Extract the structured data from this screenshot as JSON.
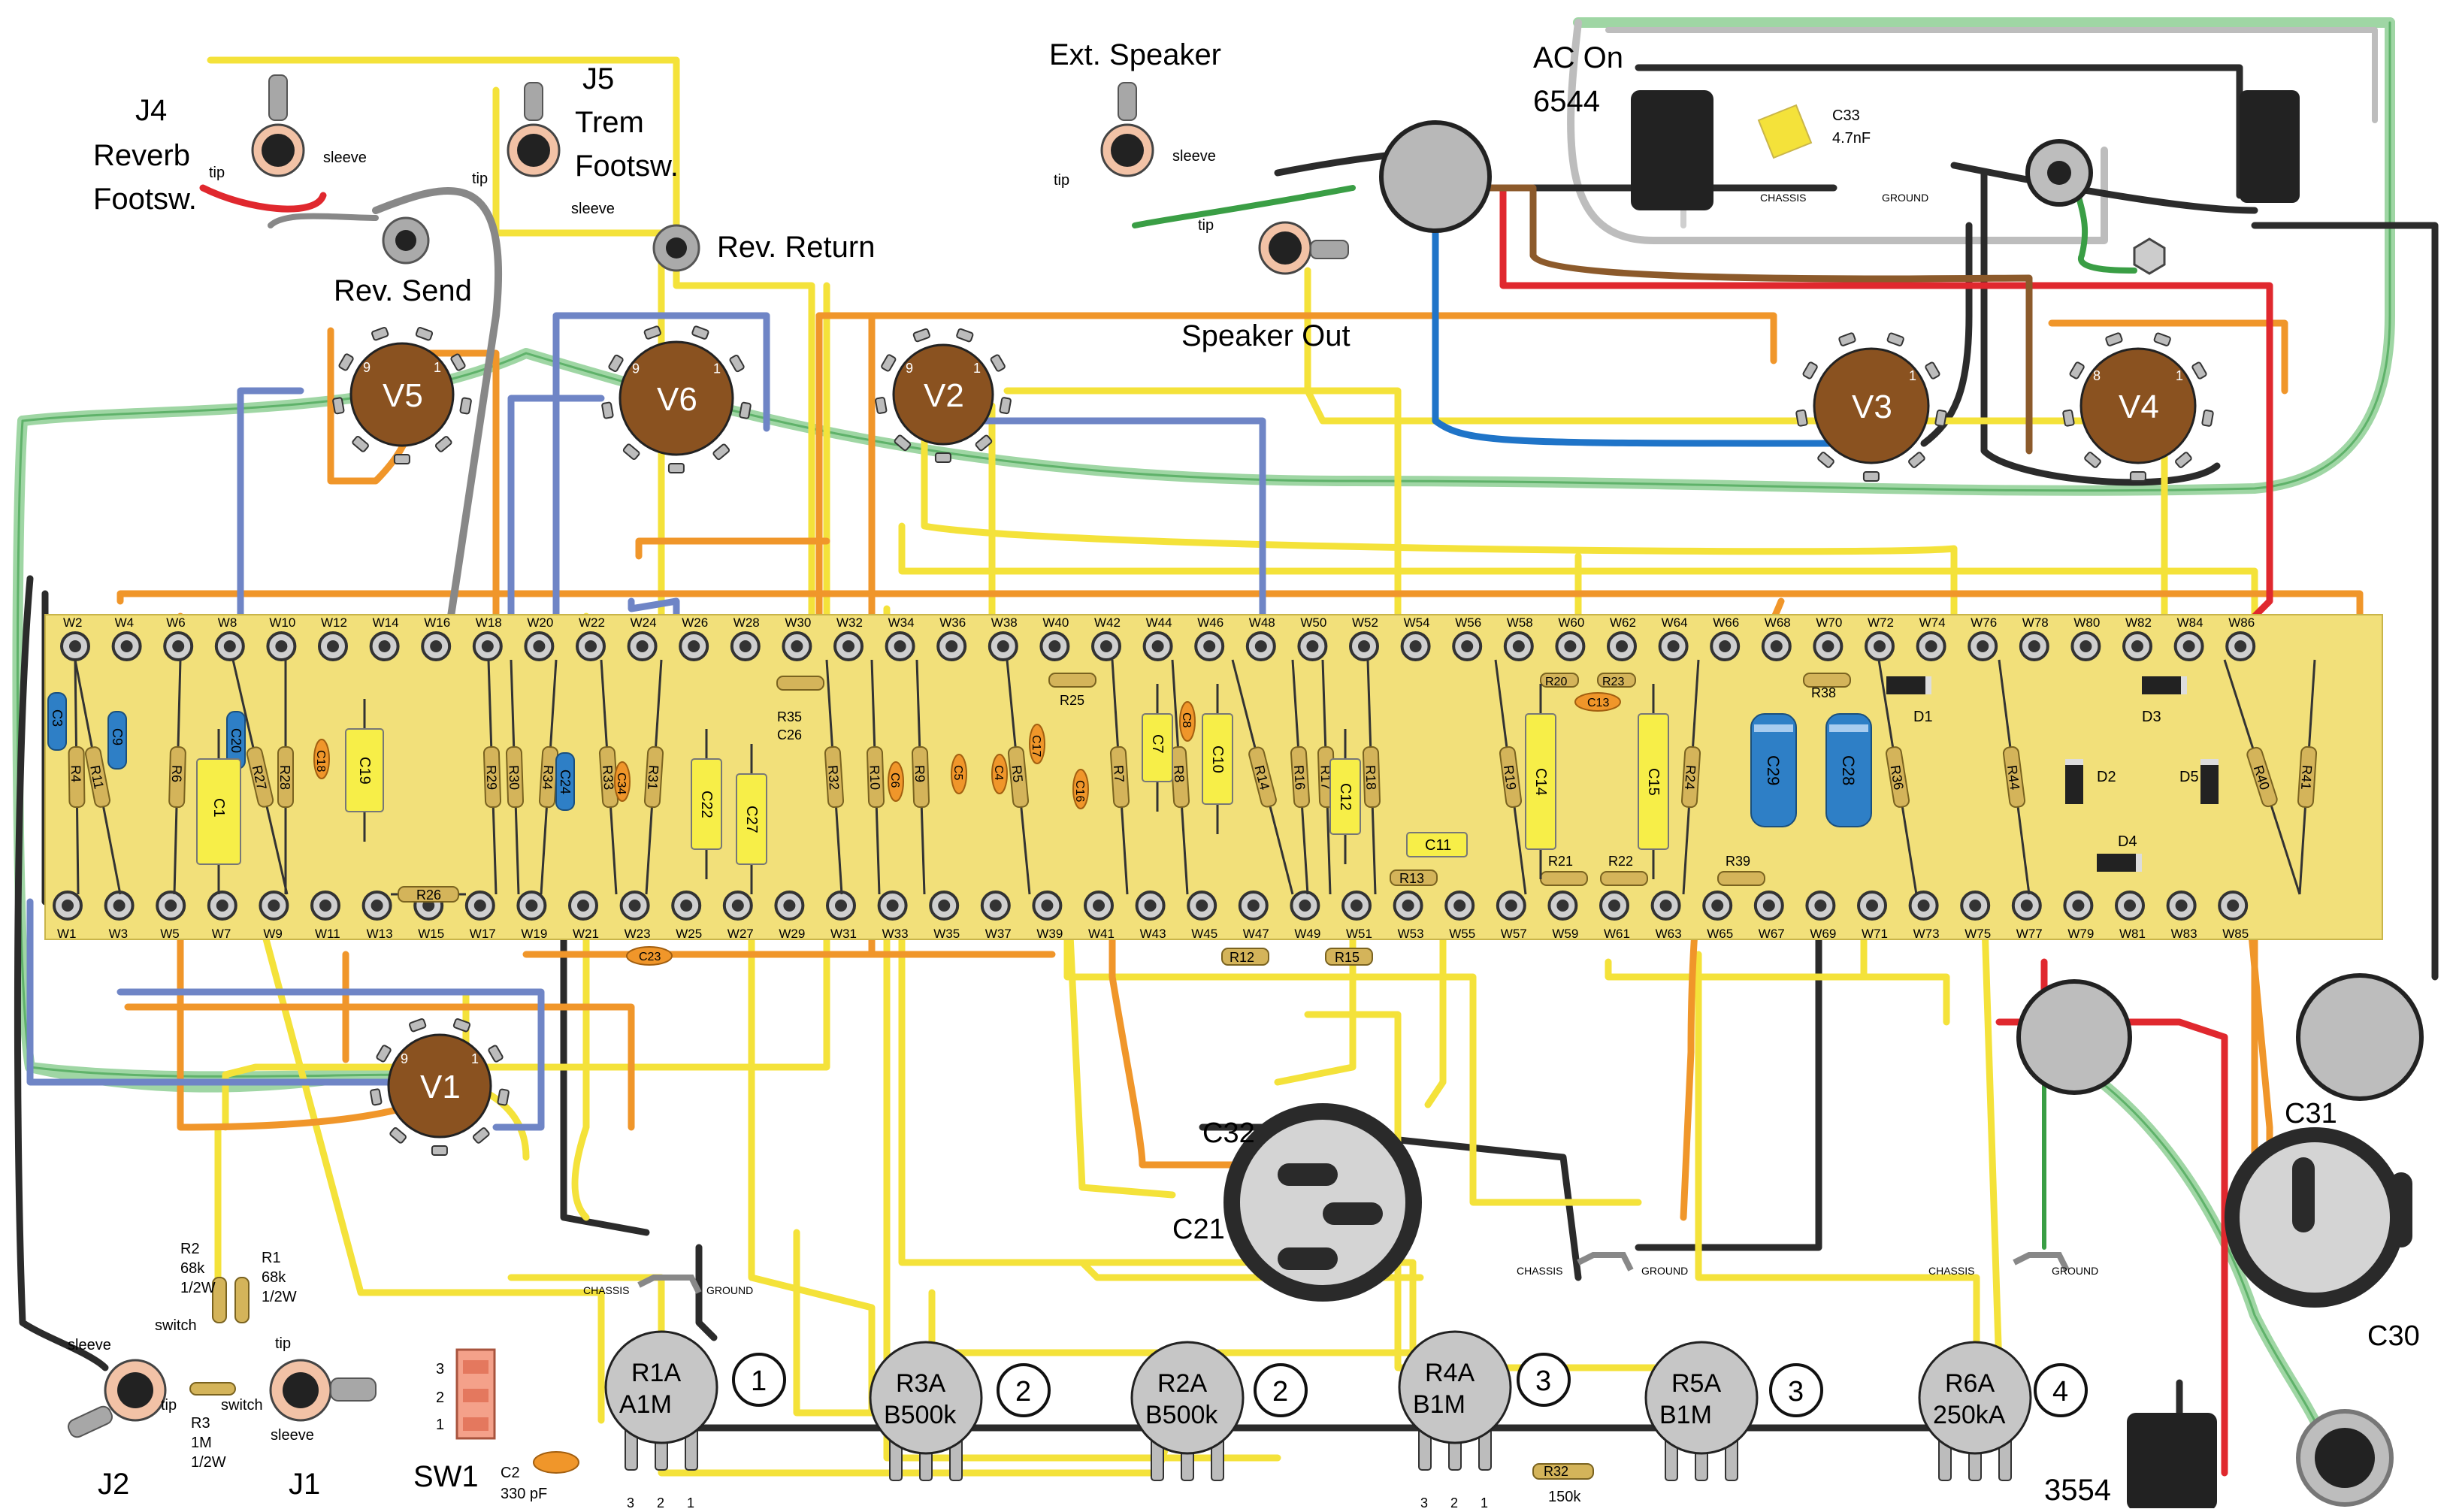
{
  "title_labels": {
    "ext_speaker": "Ext. Speaker",
    "ac_on_line1": "AC On",
    "ac_on_line2": "6544",
    "speaker_out": "Speaker Out",
    "rev_send": "Rev. Send",
    "rev_return": "Rev. Return",
    "part_3554": "3554"
  },
  "jacks": [
    {
      "id": "J4",
      "lines": [
        "J4",
        "Reverb",
        "Footsw."
      ],
      "tip": "tip",
      "sleeve": "sleeve"
    },
    {
      "id": "J5",
      "lines": [
        "J5",
        "Trem",
        "Footsw."
      ],
      "tip": "tip",
      "sleeve": "sleeve"
    },
    {
      "id": "J2",
      "lines": [
        "J2"
      ],
      "tip": "tip",
      "sleeve": "sleeve",
      "switch": "switch"
    },
    {
      "id": "J1",
      "lines": [
        "J1"
      ],
      "tip": "tip",
      "sleeve": "sleeve",
      "switch": "switch"
    },
    {
      "id": "EXT",
      "tip": "tip",
      "sleeve": "sleeve"
    }
  ],
  "tubes": [
    {
      "id": "V5",
      "pin9": "9",
      "pin1": "1"
    },
    {
      "id": "V6",
      "pin9": "9",
      "pin1": "1"
    },
    {
      "id": "V2",
      "pin9": "9",
      "pin1": "1"
    },
    {
      "id": "V3",
      "pin9": "",
      "pin1": "1"
    },
    {
      "id": "V4",
      "pin9": "8",
      "pin1": "1"
    },
    {
      "id": "V1",
      "pin9": "9",
      "pin1": "1"
    }
  ],
  "board": {
    "top_terminals": [
      "W2",
      "W4",
      "W6",
      "W8",
      "W10",
      "W12",
      "W14",
      "W16",
      "W18",
      "W20",
      "W22",
      "W24",
      "W26",
      "W28",
      "W30",
      "W32",
      "W34",
      "W36",
      "W38",
      "W40",
      "W42",
      "W44",
      "W46",
      "W48",
      "W50",
      "W52",
      "W54",
      "W56",
      "W58",
      "W60",
      "W62",
      "W64",
      "W66",
      "W68",
      "W70",
      "W72",
      "W74",
      "W76",
      "W78",
      "W80",
      "W82",
      "W84",
      "W86"
    ],
    "bottom_terminals": [
      "W1",
      "W3",
      "W5",
      "W7",
      "W9",
      "W11",
      "W13",
      "W15",
      "W17",
      "W19",
      "W21",
      "W23",
      "W25",
      "W27",
      "W29",
      "W31",
      "W33",
      "W35",
      "W37",
      "W39",
      "W41",
      "W43",
      "W45",
      "W47",
      "W49",
      "W51",
      "W53",
      "W55",
      "W57",
      "W59",
      "W61",
      "W63",
      "W65",
      "W67",
      "W69",
      "W71",
      "W73",
      "W75",
      "W77",
      "W79",
      "W81",
      "W83",
      "W85"
    ]
  },
  "components": {
    "C3": "C3",
    "R4": "R4",
    "C9": "C9",
    "R11": "R11",
    "R6": "R6",
    "C20": "C20",
    "C1": "C1",
    "R27": "R27",
    "R28": "R28",
    "C18": "C18",
    "C19": "C19",
    "R26": "R26",
    "R29": "R29",
    "R30": "R30",
    "R34": "R34",
    "C24": "C24",
    "R33": "R33",
    "C34": "C34",
    "R31": "R31",
    "C23": "C23",
    "C22": "C22",
    "C27": "C27",
    "R35": "R35",
    "C26": "C26",
    "R32b": "R32",
    "R10": "R10",
    "C6": "C6",
    "R9": "R9",
    "C5": "C5",
    "C4": "C4",
    "C17": "C17",
    "R5": "R5",
    "C16": "C16",
    "R25": "R25",
    "R7": "R7",
    "C7": "C7",
    "C8": "C8",
    "R8": "R8",
    "C10": "C10",
    "R14": "R14",
    "R16": "R16",
    "R17": "R17",
    "C12": "C12",
    "R18": "R18",
    "R12": "R12",
    "R15": "R15",
    "C11": "C11",
    "R13": "R13",
    "R20": "R20",
    "R23": "R23",
    "C13": "C13",
    "R19": "R19",
    "C14": "C14",
    "C15": "C15",
    "R21": "R21",
    "R22": "R22",
    "R24": "R24",
    "R38": "R38",
    "C29": "C29",
    "C28": "C28",
    "R39": "R39",
    "R36": "R36",
    "D1": "D1",
    "R44": "R44",
    "D2": "D2",
    "D3": "D3",
    "D4": "D4",
    "D5": "D5",
    "R40": "R40",
    "R41": "R41"
  },
  "caps": {
    "C33_name": "C33",
    "C33_value": "4.7nF",
    "C32": "C32",
    "C21": "C21",
    "C31": "C31",
    "C30": "C30"
  },
  "grounds": {
    "chassis": "CHASSIS",
    "ground": "GROUND"
  },
  "input_parts": {
    "R2": [
      "R2",
      "68k",
      "1/2W"
    ],
    "R1": [
      "R1",
      "68k",
      "1/2W"
    ],
    "R3": [
      "R3",
      "1M",
      "1/2W"
    ]
  },
  "pots": [
    {
      "name": "R1A",
      "value": "A1M",
      "num": "1"
    },
    {
      "name": "R3A",
      "value": "B500k",
      "num": "2"
    },
    {
      "name": "R2A",
      "value": "B500k",
      "num": "2"
    },
    {
      "name": "R4A",
      "value": "B1M",
      "num": "3"
    },
    {
      "name": "R5A",
      "value": "B1M",
      "num": "3"
    },
    {
      "name": "R6A",
      "value": "250kA",
      "num": "4"
    }
  ],
  "pot_pins": [
    "3",
    "2",
    "1"
  ],
  "switch": {
    "name": "SW1",
    "pins": [
      "3",
      "2",
      "1"
    ]
  },
  "c2": {
    "name": "C2",
    "value": "330 pF"
  },
  "r32": {
    "name": "R32",
    "value": "150k"
  }
}
